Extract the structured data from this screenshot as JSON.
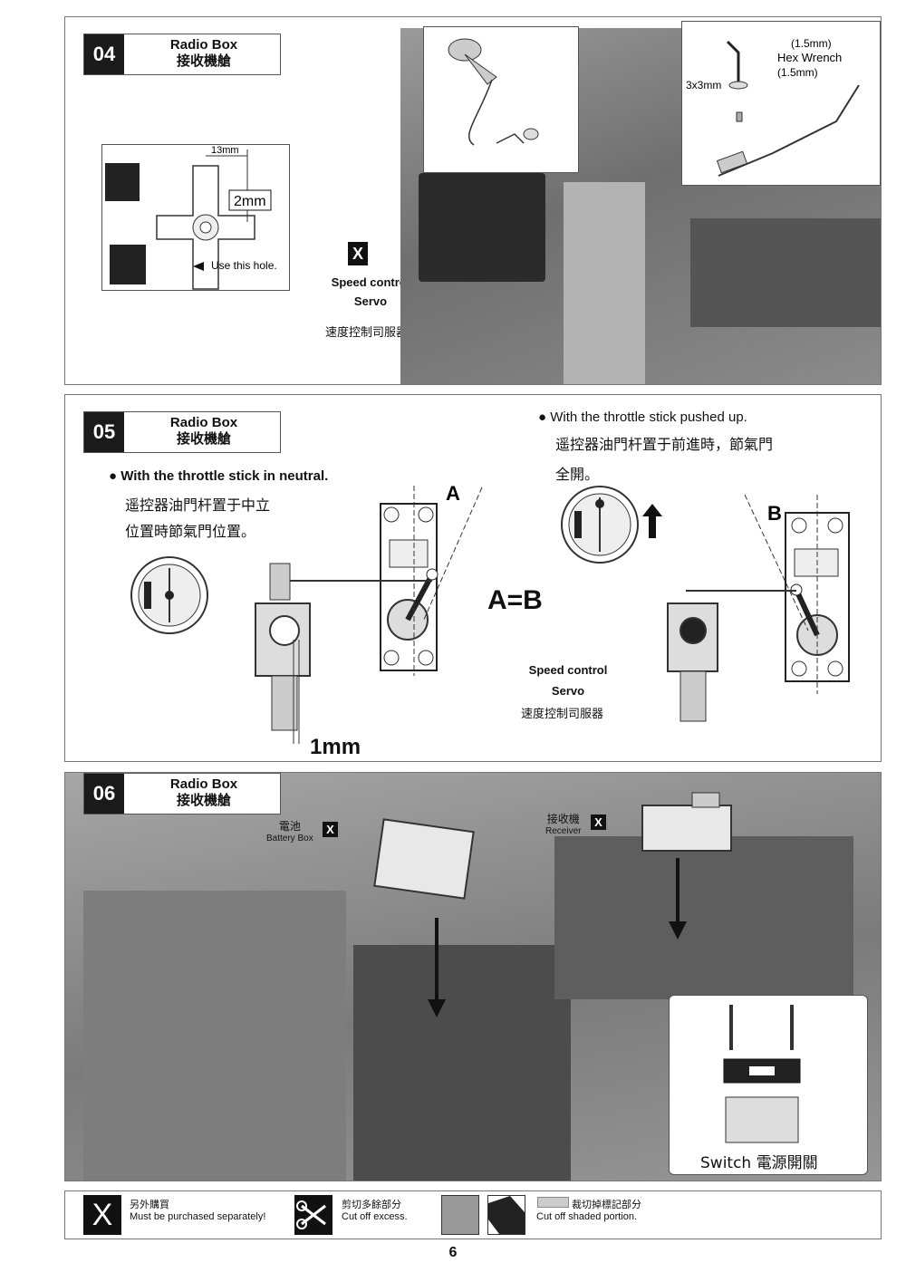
{
  "step04": {
    "number": "04",
    "title_en": "Radio Box",
    "title_zh": "接收機艙",
    "horn_dimension": "13mm",
    "drill_size": "2mm",
    "use_hole_note": "Use this hole.",
    "wrench_size_label": "(1.5mm)",
    "wrench_name": "Hex Wrench",
    "wrench_size_label2": "(1.5mm)",
    "screw_size": "3x3mm",
    "servo_label_en_1": "Speed control",
    "servo_label_en_2": "Servo",
    "servo_label_zh": "速度控制司服器"
  },
  "step05": {
    "number": "05",
    "title_en": "Radio Box",
    "title_zh": "接收機艙",
    "neutral_en": "With the throttle stick in neutral.",
    "neutral_zh_1": "遥控器油門杆置于中立",
    "neutral_zh_2": "位置時節氣門位置。",
    "pushed_en": "With the throttle stick pushed up.",
    "pushed_zh_1": "遥控器油門杆置于前進時，節氣門",
    "pushed_zh_2": "全開。",
    "label_a": "A",
    "label_b": "B",
    "equation": "A=B",
    "gap": "1mm",
    "servo_label_en_1": "Speed control",
    "servo_label_en_2": "Servo",
    "servo_label_zh": "速度控制司服器"
  },
  "step06": {
    "number": "06",
    "title_en": "Radio Box",
    "title_zh": "接收機艙",
    "battery_zh": "電池",
    "battery_en": "Battery Box",
    "receiver_zh": "接收機",
    "receiver_en": "Receiver",
    "switch_label": "Switch 電源開關"
  },
  "legend": {
    "x_zh": "另外購買",
    "x_en": "Must be purchased separately!",
    "cut_zh": "剪切多餘部分",
    "cut_en": "Cut off excess.",
    "shade_zh": "裁切掉標記部分",
    "shade_en": "Cut off shaded portion.",
    "x_mark": "X"
  },
  "page_number": "6",
  "colors": {
    "panel_border": "#777777",
    "photo_gray": "#8a8a8a",
    "dark": "#111111"
  }
}
